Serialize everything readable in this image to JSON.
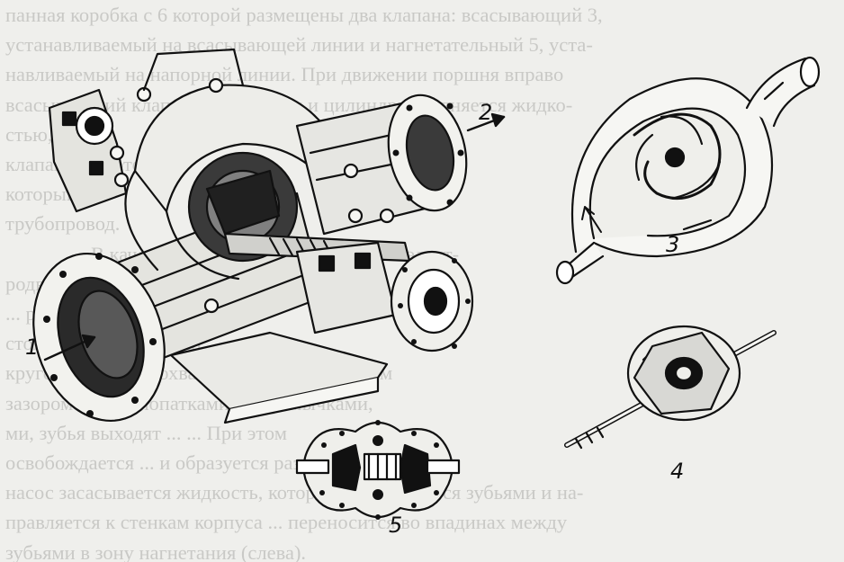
{
  "background_text": {
    "paragraph1": [
      "панная коробка с 6 которой размещены два клапана: всасывающий 3,",
      "устанавливаемый на всасывающей линии и нагнетательный 5, уста-",
      "навливаемый на напорной линии. При движении поршня вправо",
      "всасывающий клапан открывается и цилиндр заполняется жидко-",
      "стью, ...",
      "клапан ... в который",
      "который ...",
      "трубопровод."
    ],
    "paragraph2": [
      "В качестве ... насосов используются элект-",
      "родвигатели ... ... двигатели.",
      "... рис. 14.5. Он со-",
      "стоит из ... крыльчатки ...",
      "кругом ... Корпус охватывает ... с небольшим",
      "зазором ... ... ... лопатками и перемычками,",
      "ми, зубья выходят ... ... При этом",
      "освобождается ... и образуется разрежение. В",
      "насос засасывается жидкость, которая захватывается зубьями и на-",
      "правляется к стенкам корпуса ... переносится во впадинах между",
      "зубьями в зону нагнетания (слева)."
    ]
  },
  "figure_labels": {
    "l1": "1",
    "l2": "2",
    "l3": "3",
    "l4": "4",
    "l5": "5"
  },
  "colors": {
    "ink": "#111111",
    "paper": "#efefec",
    "faded_text": "#c9c9c6"
  }
}
